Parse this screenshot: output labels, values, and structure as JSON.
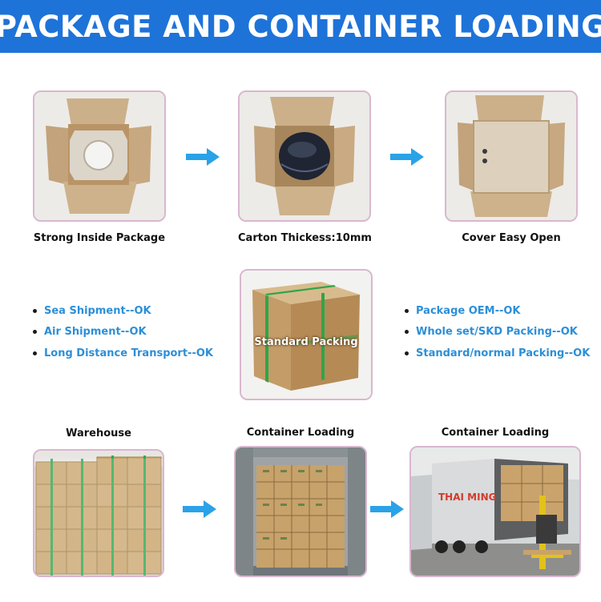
{
  "banner": {
    "title": "PACKAGE AND CONTAINER LOADING"
  },
  "top_row": [
    {
      "caption": "Strong Inside Package"
    },
    {
      "caption": "Carton Thickess:10mm"
    },
    {
      "caption": "Cover Easy Open"
    }
  ],
  "middle": {
    "left_list": [
      "Sea Shipment--OK",
      "Air Shipment--OK",
      "Long Distance Transport--OK"
    ],
    "center_label": "Standard Packing",
    "right_list": [
      "Package OEM--OK",
      "Whole set/SKD Packing--OK",
      "Standard/normal Packing--OK"
    ]
  },
  "bottom_row": [
    {
      "caption": "Warehouse"
    },
    {
      "caption": "Container Loading"
    },
    {
      "caption": "Container Loading"
    }
  ],
  "truck_text": "THAI MING",
  "colors": {
    "banner": "#1e73d8",
    "accent_blue": "#2c8fd8",
    "arrow": "#2aa2e8",
    "frame": "#d9b7cf",
    "carton": "#c8a474"
  }
}
